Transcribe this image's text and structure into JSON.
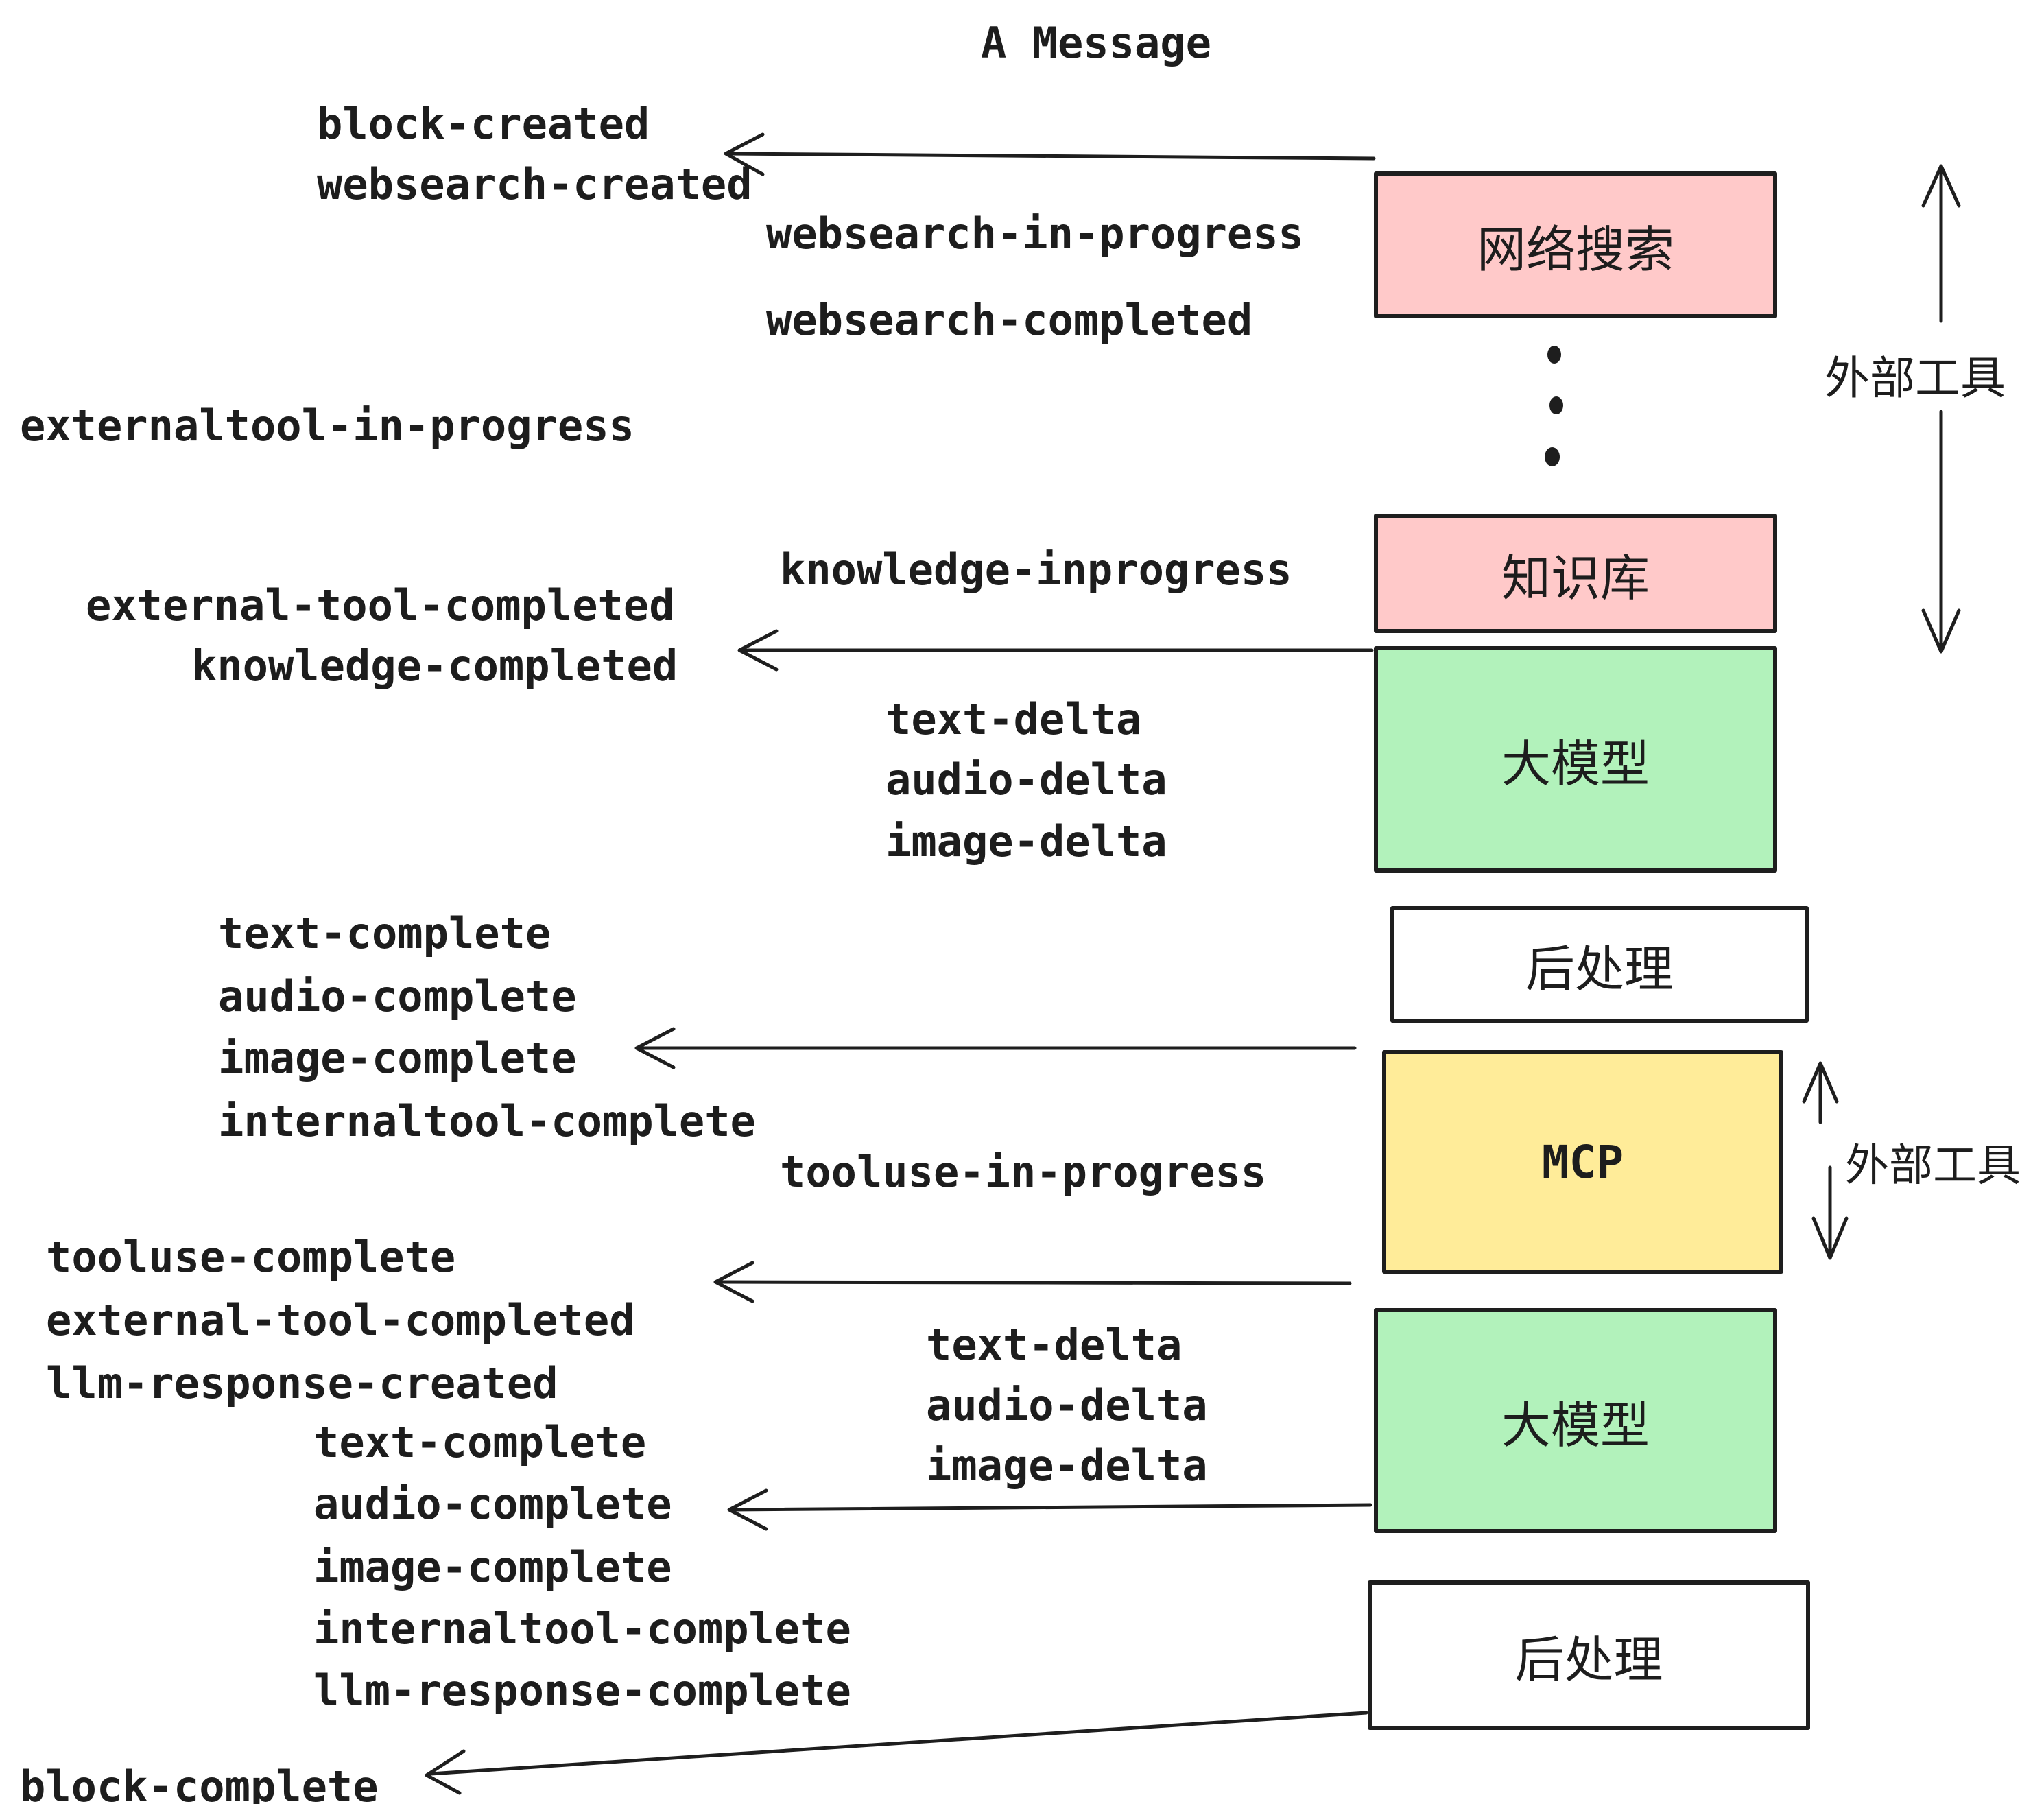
{
  "title": "A Message",
  "colors": {
    "pink": "#ffc9c9",
    "green": "#b2f2bb",
    "yellow": "#ffec99",
    "white": "#ffffff",
    "stroke": "#1e1e1e"
  },
  "boxes": {
    "websearch": {
      "label": "网络搜索"
    },
    "knowledge": {
      "label": "知识库"
    },
    "llm1": {
      "label": "大模型"
    },
    "post1": {
      "label": "后处理"
    },
    "mcp": {
      "label": "MCP"
    },
    "llm2": {
      "label": "大模型"
    },
    "post2": {
      "label": "后处理"
    }
  },
  "side_labels": {
    "external_tools_top": "外部工具",
    "external_tools_mid": "外部工具"
  },
  "events": {
    "block_created": "block-created",
    "websearch_created": "websearch-created",
    "websearch_in_progress": "websearch-in-progress",
    "websearch_completed": "websearch-completed",
    "externaltool_in_progress": "externaltool-in-progress",
    "knowledge_inprogress": "knowledge-inprogress",
    "external_tool_completed_1": "external-tool-completed",
    "knowledge_completed": "knowledge-completed",
    "text_delta_1": "text-delta",
    "audio_delta_1": "audio-delta",
    "image_delta_1": "image-delta",
    "text_complete_1": "text-complete",
    "audio_complete_1": "audio-complete",
    "image_complete_1": "image-complete",
    "internaltool_complete_1": "internaltool-complete",
    "tooluse_in_progress": "tooluse-in-progress",
    "tooluse_complete": "tooluse-complete",
    "external_tool_completed_2": "external-tool-completed",
    "llm_response_created": "llm-response-created",
    "text_complete_2": "text-complete",
    "audio_complete_2": "audio-complete",
    "image_complete_2": "image-complete",
    "internaltool_complete_2": "internaltool-complete",
    "llm_response_complete": "llm-response-complete",
    "block_complete": "block-complete"
  }
}
